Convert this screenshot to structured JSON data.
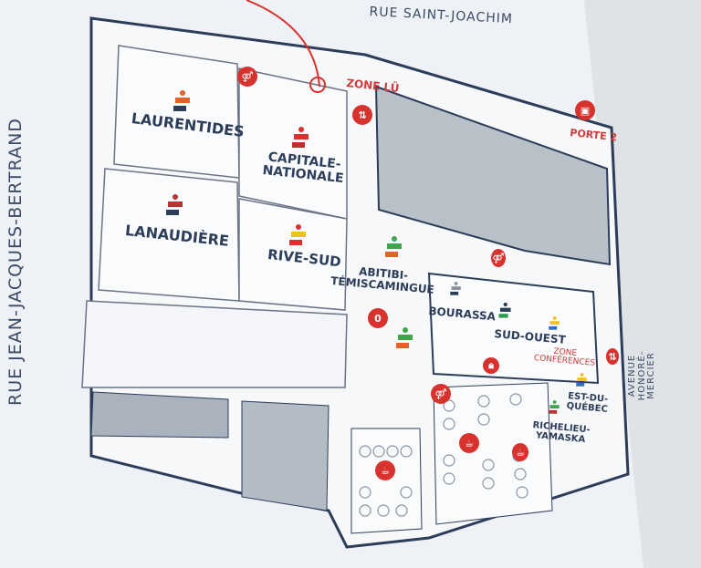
{
  "streets": {
    "north": "RUE SAINT-JOACHIM",
    "west": "RUE JEAN-JACQUES-BERTRAND",
    "east": "AVENUE HONORÉ-MERCIER"
  },
  "regions": [
    {
      "label": "LAURENTIDES",
      "color": "#e2622a"
    },
    {
      "label": "CAPITALE-\nNATIONALE",
      "color": "#d8322f"
    },
    {
      "label": "LANAUDIÈRE",
      "color": "#b8322f"
    },
    {
      "label": "RIVE-SUD",
      "color": "#f2c21b"
    },
    {
      "label": "ABITIBI-\nTÉMISCAMINGUE",
      "color": "#3fa54a"
    },
    {
      "label": "BOURASSA",
      "color": "#8a8f99"
    },
    {
      "label": "SUD-OUEST",
      "color": "#2e9a4b"
    },
    {
      "label": "EST-DU-\nQUÉBEC",
      "color": "#f2c21b"
    },
    {
      "label": "RICHELIEU-\nYAMASKA",
      "color": "#3fa54a"
    }
  ],
  "zones": {
    "zone_lu": "ZONE LÜ",
    "porte_2": "PORTE 2",
    "zone_conferences": "ZONE\nCONFÉRENCES"
  },
  "info_pin_label": "0",
  "colors": {
    "accent_red": "#d8322f",
    "ink": "#2c3d5a",
    "board": "#f1f3f6"
  }
}
